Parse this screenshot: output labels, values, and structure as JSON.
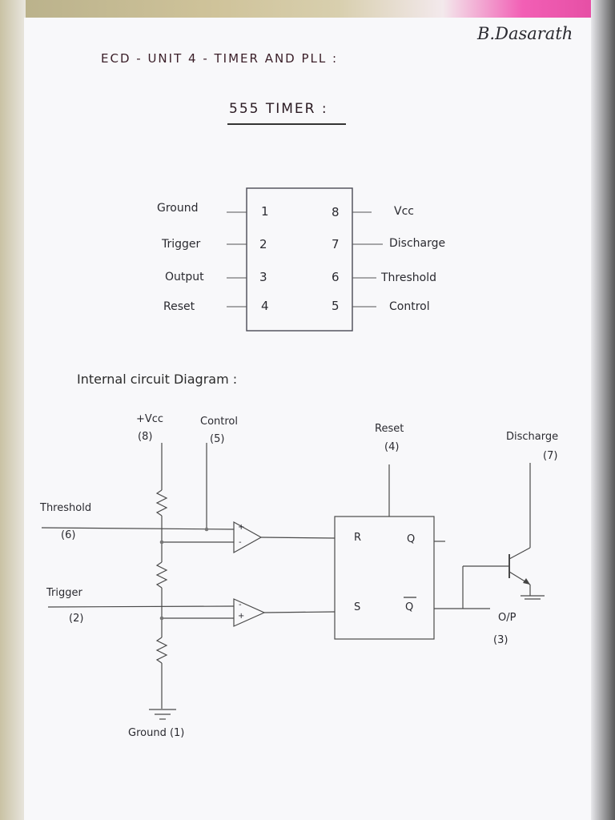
{
  "author": "B.Dasarath",
  "heading": "ECD - UNIT 4 - TIMER AND PLL :",
  "subtitle": "555 TIMER :",
  "pinout": {
    "left": [
      {
        "name": "Ground",
        "num": "1"
      },
      {
        "name": "Trigger",
        "num": "2"
      },
      {
        "name": "Output",
        "num": "3"
      },
      {
        "name": "Reset",
        "num": "4"
      }
    ],
    "right": [
      {
        "num": "8",
        "name": "Vcc"
      },
      {
        "num": "7",
        "name": "Discharge"
      },
      {
        "num": "6",
        "name": "Threshold"
      },
      {
        "num": "5",
        "name": "Control"
      }
    ]
  },
  "section_title": "Internal circuit Diagram :",
  "circuit": {
    "vcc": "+Vcc",
    "vcc_pin": "(8)",
    "control": "Control",
    "control_pin": "(5)",
    "reset": "Reset",
    "reset_pin": "(4)",
    "discharge": "Discharge",
    "discharge_pin": "(7)",
    "threshold": "Threshold",
    "threshold_pin": "(6)",
    "trigger": "Trigger",
    "trigger_pin": "(2)",
    "ff_r": "R",
    "ff_s": "S",
    "ff_q": "Q",
    "ff_qbar": "Q",
    "plus": "+",
    "minus": "-",
    "output": "O/P",
    "output_pin": "(3)",
    "ground": "Ground (1)"
  }
}
